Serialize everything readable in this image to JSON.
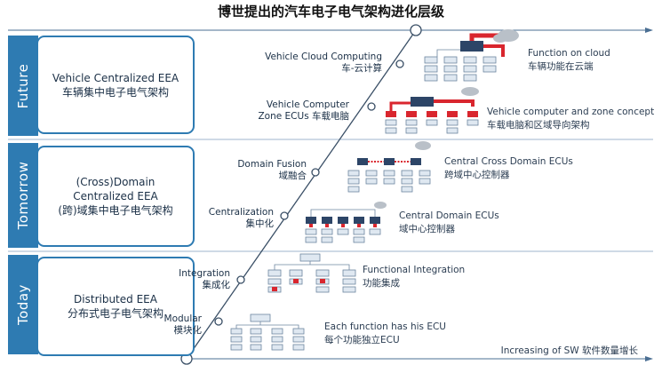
{
  "title": "博世提出的汽车电子电气架构进化层级",
  "phases": [
    {
      "label": "Future",
      "box_lines": [
        "Vehicle Centralized EEA",
        "车辆集中电子电气架构"
      ]
    },
    {
      "label": "Tomorrow",
      "box_lines": [
        "(Cross)Domain",
        "Centralized EEA",
        "(跨)域集中电子电气架构"
      ]
    },
    {
      "label": "Today",
      "box_lines": [
        "Distributed EEA",
        "分布式电子电气架构"
      ]
    }
  ],
  "levels": [
    {
      "name_en": "Vehicle Cloud Computing",
      "name_cn": "车-云计算",
      "desc_en": "Function on cloud",
      "desc_cn": "车辆功能在云端"
    },
    {
      "name_en": "Vehicle Computer",
      "name_en2": "Zone ECUs 车载电脑",
      "desc_en": "Vehicle computer and zone concept",
      "desc_cn": "车载电脑和区域导向架构"
    },
    {
      "name_en": "Domain Fusion",
      "name_cn": "域融合",
      "desc_en": "Central Cross Domain ECUs",
      "desc_cn": "跨域中心控制器"
    },
    {
      "name_en": "Centralization",
      "name_cn": "集中化",
      "desc_en": "Central Domain ECUs",
      "desc_cn": "域中心控制器"
    },
    {
      "name_en": "Integration",
      "name_cn": "集成化",
      "desc_en": "Functional Integration",
      "desc_cn": "功能集成"
    },
    {
      "name_en": "Modular",
      "name_cn": "模块化",
      "desc_en": "Each function has his ECU",
      "desc_cn": "每个功能独立ECU"
    }
  ],
  "x_axis_label": "Increasing of SW 软件数量增长",
  "colors": {
    "band": "#2e7bb2",
    "box_border": "#2e7bb2",
    "accent_red": "#d9262e",
    "node_navy": "#2d4567",
    "node_light": "#dfe8f1",
    "cloud": "#b9c0c8"
  }
}
